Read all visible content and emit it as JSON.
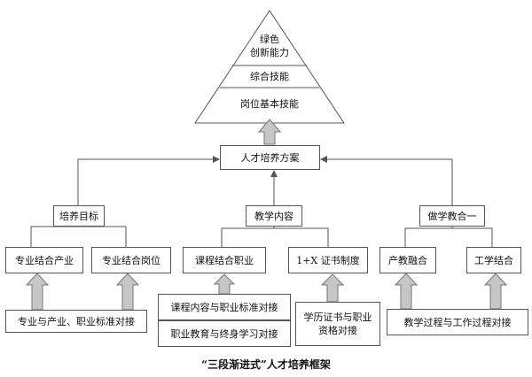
{
  "pyramid": {
    "top": [
      "绿色",
      "创新能力"
    ],
    "middle": "综合技能",
    "base": "岗位基本技能"
  },
  "plan": "人才培养方案",
  "groups": {
    "goal": "培养目标",
    "teaching": "教学内容",
    "work": "做学教合一"
  },
  "level2": {
    "industry": "专业结合产业",
    "post": "专业结合岗位",
    "course": "课程结合职业",
    "cert": "1+X 证书制度",
    "fusion": "产教融合",
    "combine": "工学结合"
  },
  "bottom": {
    "standards": "专业与产业、职业标准对接",
    "course_standard": "课程内容与职业标准对接",
    "lifelong": "职业教育与终身学习对接",
    "diploma": [
      "学历证书与职业",
      "资格对接"
    ],
    "process": "教学过程与工作过程对接"
  },
  "caption": "“三段渐进式”人才培养框架"
}
